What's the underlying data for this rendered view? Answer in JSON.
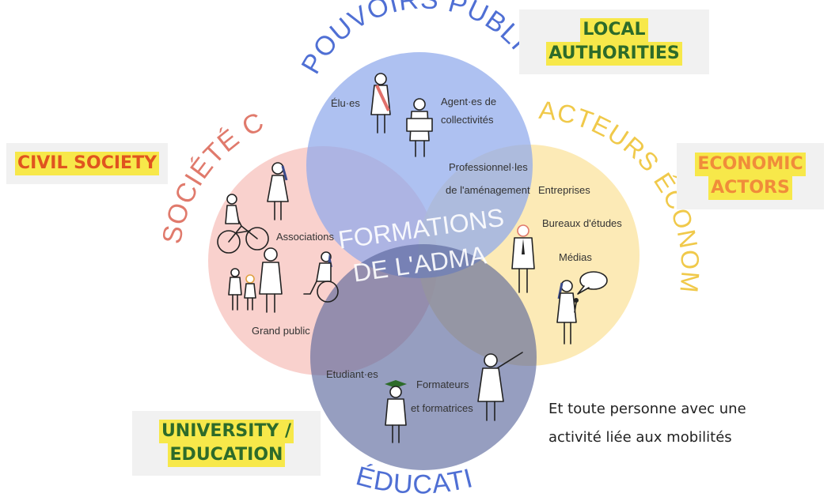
{
  "colors": {
    "public": "#8fa9ec",
    "civil": "#f7c6c1",
    "economic": "#fbe5a6",
    "education": "#6b7cb0",
    "title_blue": "#4f6fd4",
    "title_red": "#e07a6c",
    "title_yellow": "#f0c94a",
    "highlight": "#f7e84a",
    "label_green": "#2d6b2a",
    "label_orange": "#e0541f",
    "label_orange_light": "#f08c3a"
  },
  "circles": {
    "public": {
      "title": "POUVOIRS PUBLICS",
      "items": [
        "Élu·es",
        "Agent·es de",
        "collectivités"
      ]
    },
    "civil": {
      "title": "SOCIÉTÉ CIVILE",
      "items": [
        "Associations",
        "Grand public"
      ]
    },
    "economic": {
      "title": "ACTEURS ÉCONOMIQUES",
      "items": [
        "Entreprises",
        "Bureaux d'études",
        "Médias"
      ]
    },
    "education": {
      "title": "ÉDUCATION",
      "items": [
        "Etudiant·es",
        "Formateurs",
        "et formatrices"
      ]
    },
    "overlap": {
      "items": [
        "Professionnel·les",
        "de l'aménagement"
      ]
    }
  },
  "center": {
    "line1": "FORMATIONS",
    "line2": "DE L'ADMA"
  },
  "english_labels": {
    "local": [
      "LOCAL",
      "AUTHORITIES"
    ],
    "civil": [
      "CIVIL SOCIETY"
    ],
    "economic": [
      "ECONOMIC",
      "ACTORS"
    ],
    "education": [
      "UNIVERSITY /",
      "EDUCATION"
    ]
  },
  "footer_note": {
    "line1": "Et toute personne avec une",
    "line2": "activité liée aux mobilités"
  },
  "icons": [
    "bicycle-person-icon",
    "person-icon",
    "wheelchair-user-icon",
    "children-icon",
    "teacher-icon",
    "graduate-icon",
    "speech-bubble-icon",
    "microphone-icon"
  ]
}
